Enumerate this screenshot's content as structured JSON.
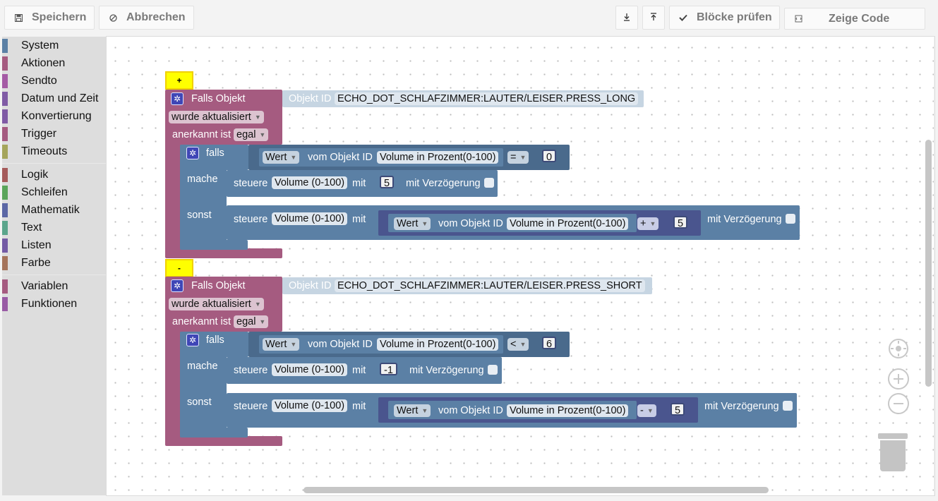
{
  "toolbar": {
    "save_label": "Speichern",
    "save_icon": "floppy-icon",
    "cancel_label": "Abbrechen",
    "cancel_icon": "cancel-icon",
    "export_icon": "download-icon",
    "import_icon": "upload-icon",
    "check_label": "Blöcke prüfen",
    "check_icon": "check-icon",
    "code_label": "Zeige Code",
    "code_icon": "code-icon"
  },
  "sidebar": {
    "items": [
      {
        "label": "System",
        "color": "#5b80a5"
      },
      {
        "label": "Aktionen",
        "color": "#a55b80"
      },
      {
        "label": "Sendto",
        "color": "#a55ba5"
      },
      {
        "label": "Datum und Zeit",
        "color": "#805ba5"
      },
      {
        "label": "Konvertierung",
        "color": "#805ba5"
      },
      {
        "label": "Trigger",
        "color": "#a55b80"
      },
      {
        "label": "Timeouts",
        "color": "#a5a55b"
      },
      {
        "label": "Logik",
        "color": "#a55b5b"
      },
      {
        "label": "Schleifen",
        "color": "#5ba55b"
      },
      {
        "label": "Mathematik",
        "color": "#5b67a5"
      },
      {
        "label": "Text",
        "color": "#5ba58c"
      },
      {
        "label": "Listen",
        "color": "#745ba5"
      },
      {
        "label": "Farbe",
        "color": "#a5745b"
      },
      {
        "label": "Variablen",
        "color": "#a55b80"
      },
      {
        "label": "Funktionen",
        "color": "#995ba5"
      }
    ]
  },
  "blocks": [
    {
      "collapse_label": "+",
      "trigger_label": "Falls Objekt",
      "objid_label": "Objekt ID",
      "objid_value": "ECHO_DOT_SCHLAFZIMMER:LAUTER/LEISER.PRESS_LONG",
      "condition_value": "wurde aktualisiert",
      "ack_label": "anerkannt ist",
      "ack_value": "egal",
      "if_label": "falls",
      "if_value_dd": "Wert",
      "if_vom": "vom Objekt ID",
      "if_obj": "Volume in Prozent(0-100)",
      "if_op": "=",
      "if_num": "0",
      "do_label": "mache",
      "do_steuere": "steuere",
      "do_obj": "Volume (0-100)",
      "do_mit": "mit",
      "do_num": "5",
      "do_delay": "mit Verzögerung",
      "else_label": "sonst",
      "else_steuere": "steuere",
      "else_obj": "Volume (0-100)",
      "else_mit": "mit",
      "else_value_dd": "Wert",
      "else_vom": "vom Objekt ID",
      "else_src": "Volume in Prozent(0-100)",
      "else_op": "+",
      "else_num": "5",
      "else_delay": "mit Verzögerung"
    },
    {
      "collapse_label": "-",
      "trigger_label": "Falls Objekt",
      "objid_label": "Objekt ID",
      "objid_value": "ECHO_DOT_SCHLAFZIMMER:LAUTER/LEISER.PRESS_SHORT",
      "condition_value": "wurde aktualisiert",
      "ack_label": "anerkannt ist",
      "ack_value": "egal",
      "if_label": "falls",
      "if_value_dd": "Wert",
      "if_vom": "vom Objekt ID",
      "if_obj": "Volume in Prozent(0-100)",
      "if_op": "<",
      "if_num": "6",
      "do_label": "mache",
      "do_steuere": "steuere",
      "do_obj": "Volume (0-100)",
      "do_mit": "mit",
      "do_num": "-1",
      "do_delay": "mit Verzögerung",
      "else_label": "sonst",
      "else_steuere": "steuere",
      "else_obj": "Volume (0-100)",
      "else_mit": "mit",
      "else_value_dd": "Wert",
      "else_vom": "vom Objekt ID",
      "else_src": "Volume in Prozent(0-100)",
      "else_op": "-",
      "else_num": "5",
      "else_delay": "mit Verzögerung"
    }
  ],
  "workspace_controls": {
    "center_icon": "crosshair-icon",
    "zoom_in_icon": "plus-icon",
    "zoom_out_icon": "minus-icon",
    "trash_icon": "trash-icon"
  }
}
